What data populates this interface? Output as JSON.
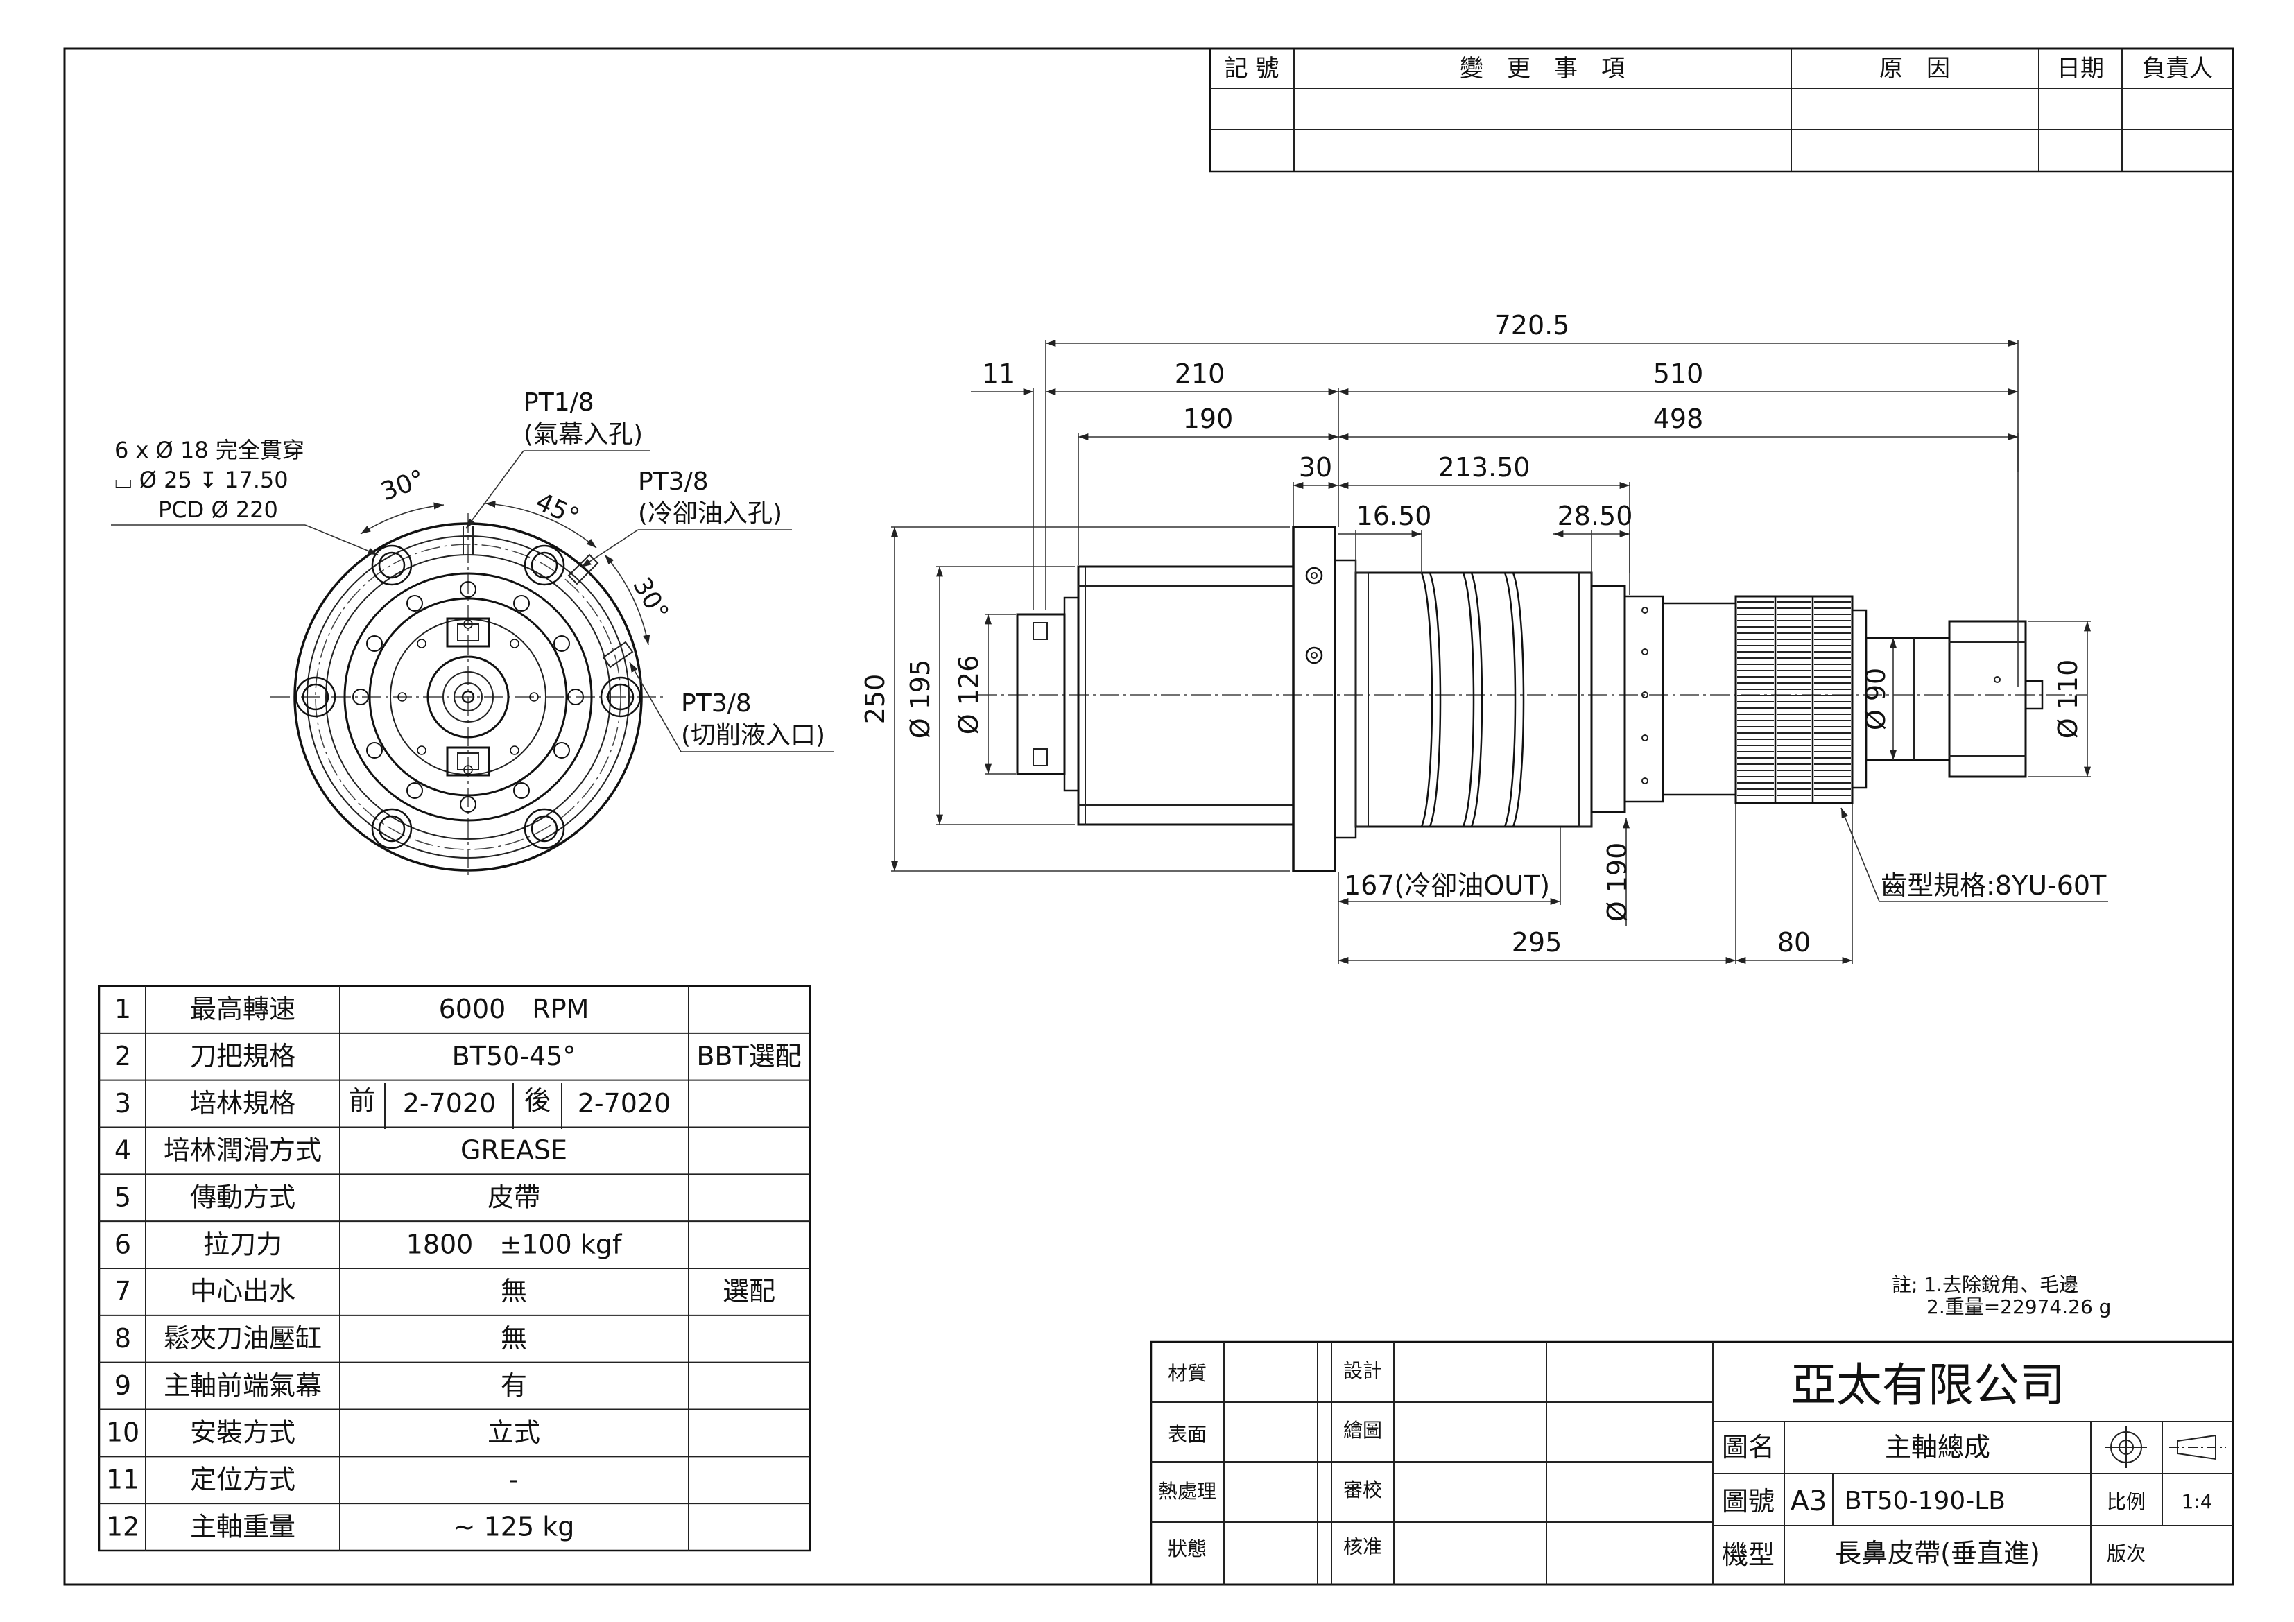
{
  "revision_table": {
    "headers": [
      "記 號",
      "變　更　事　項",
      "原　因",
      "日期",
      "負責人"
    ]
  },
  "dimensions": {
    "overall": "720.5",
    "d11": "11",
    "d210": "210",
    "d510": "510",
    "d190": "190",
    "d498": "498",
    "d30": "30",
    "d213": "213.50",
    "d16": "16.50",
    "d28": "28.50",
    "h250": "250",
    "dia195": "Ø 195",
    "dia126": "Ø 126",
    "dia90": "Ø 90",
    "dia110": "Ø 110",
    "dia190": "Ø 190",
    "coolant_out": "167(冷卻油OUT)",
    "d295": "295",
    "d80": "80",
    "gear_spec": "齒型規格:8YU-60T"
  },
  "front_view": {
    "hole_note_1": "6 x Ø 18 完全貫穿",
    "hole_note_2": "⌴ Ø 25 ↧ 17.50",
    "hole_note_3": "PCD Ø 220",
    "pt18": "PT1/8",
    "pt18_desc": "(氣幕入孔)",
    "pt38a": "PT3/8",
    "pt38a_desc": "(冷卻油入孔)",
    "pt38b": "PT3/8",
    "pt38b_desc": "(切削液入口)",
    "ang30a": "30°",
    "ang45": "45°",
    "ang30b": "30°"
  },
  "spec_table": [
    {
      "no": "1",
      "item": "最高轉速",
      "value": "6000　RPM",
      "note": ""
    },
    {
      "no": "2",
      "item": "刀把規格",
      "value": "BT50-45°",
      "note": "BBT選配"
    },
    {
      "no": "3",
      "item": "培林規格",
      "front_label": "前",
      "front": "2-7020",
      "rear_label": "後",
      "rear": "2-7020",
      "note": ""
    },
    {
      "no": "4",
      "item": "培林潤滑方式",
      "value": "GREASE",
      "note": ""
    },
    {
      "no": "5",
      "item": "傳動方式",
      "value": "皮帶",
      "note": ""
    },
    {
      "no": "6",
      "item": "拉刀力",
      "value": "1800　±100 kgf",
      "note": ""
    },
    {
      "no": "7",
      "item": "中心出水",
      "value": "無",
      "note": "選配"
    },
    {
      "no": "8",
      "item": "鬆夾刀油壓缸",
      "value": "無",
      "note": ""
    },
    {
      "no": "9",
      "item": "主軸前端氣幕",
      "value": "有",
      "note": ""
    },
    {
      "no": "10",
      "item": "安裝方式",
      "value": "立式",
      "note": ""
    },
    {
      "no": "11",
      "item": "定位方式",
      "value": "-",
      "note": ""
    },
    {
      "no": "12",
      "item": "主軸重量",
      "value": "~ 125 kg",
      "note": ""
    }
  ],
  "notes": {
    "line1": "註; 1.去除銳角、毛邊",
    "line2": "2.重量=22974.26 g"
  },
  "title_block": {
    "material": "材質",
    "surface": "表面",
    "heat": "熱處理",
    "state": "狀態",
    "design": "設計",
    "drawing": "繪圖",
    "review": "審校",
    "approve": "核准",
    "company": "亞太有限公司",
    "name_label": "圖名",
    "name": "主軸總成",
    "number_label": "圖號",
    "size": "A3",
    "number": "BT50-190-LB",
    "scale_label": "比例",
    "scale": "1:4",
    "model_label": "機型",
    "model": "長鼻皮帶(垂直進)",
    "version_label": "版次"
  }
}
